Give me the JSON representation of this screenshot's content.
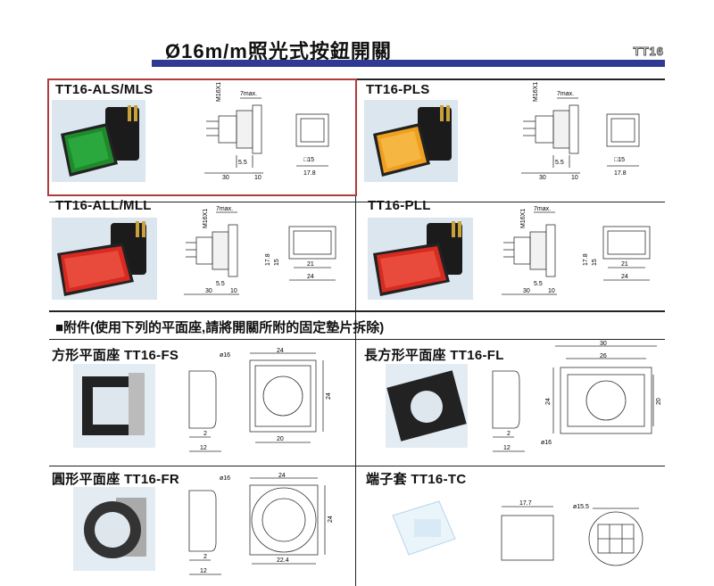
{
  "header": {
    "title": "Ø16m/m照光式按鈕開關",
    "code": "TT16"
  },
  "products": [
    {
      "name": "TT16-ALS/MLS",
      "color": "#1f8a2b",
      "shape": "square"
    },
    {
      "name": "TT16-PLS",
      "color": "#f0a020",
      "shape": "square"
    },
    {
      "name": "TT16-ALL/MLL",
      "color": "#d72a20",
      "shape": "rect"
    },
    {
      "name": "TT16-PLL",
      "color": "#d72a20",
      "shape": "rect"
    }
  ],
  "dims_square": {
    "thread": "M16X1",
    "max": "7max.",
    "d55": "5.5",
    "d30": "30",
    "d10": "10",
    "sq15": "□15",
    "d178": "17.8"
  },
  "dims_rect": {
    "thread": "M16X1",
    "max": "7max.",
    "d55": "5.5",
    "d30": "30",
    "d10": "10",
    "h178": "17.8",
    "h15": "15",
    "w21": "21",
    "w24": "24"
  },
  "accessories_title": "■附件(使用下列的平面座,請將開關所附的固定墊片拆除)",
  "accessories": [
    {
      "name": "方形平面座 TT16-FS",
      "dia": "ø16",
      "w": "24",
      "h": "24",
      "inner": "20",
      "d2": "2",
      "d12": "12"
    },
    {
      "name": "長方形平面座 TT16-FL",
      "w30": "30",
      "w26": "26",
      "h24": "24",
      "h20": "20",
      "dia": "ø16",
      "d2": "2",
      "d12": "12"
    },
    {
      "name": "圓形平面座 TT16-FR",
      "dia": "ø16",
      "w": "24",
      "h": "24",
      "inner": "22.4",
      "d2": "2",
      "d12": "12"
    },
    {
      "name": "端子套 TT16-TC",
      "w": "17.7",
      "dia": "ø15.5"
    }
  ]
}
